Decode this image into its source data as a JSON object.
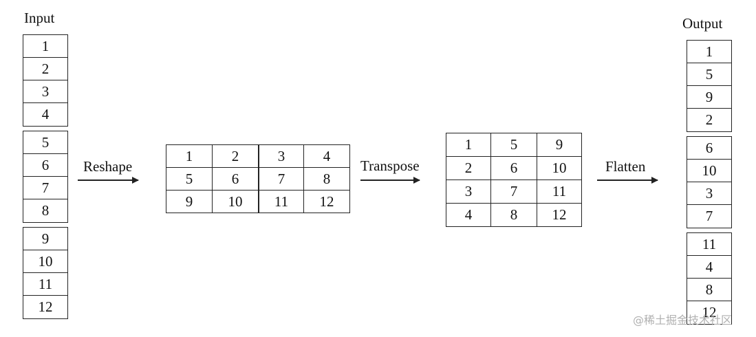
{
  "labels": {
    "input": "Input",
    "output": "Output",
    "reshape": "Reshape",
    "transpose": "Transpose",
    "flatten": "Flatten"
  },
  "input_groups": [
    [
      "1",
      "2",
      "3",
      "4"
    ],
    [
      "5",
      "6",
      "7",
      "8"
    ],
    [
      "9",
      "10",
      "11",
      "12"
    ]
  ],
  "reshape_matrix": [
    [
      "1",
      "2",
      "3",
      "4"
    ],
    [
      "5",
      "6",
      "7",
      "8"
    ],
    [
      "9",
      "10",
      "11",
      "12"
    ]
  ],
  "transpose_matrix": [
    [
      "1",
      "5",
      "9"
    ],
    [
      "2",
      "6",
      "10"
    ],
    [
      "3",
      "7",
      "11"
    ],
    [
      "4",
      "8",
      "12"
    ]
  ],
  "output_groups": [
    [
      "1",
      "5",
      "9",
      "2"
    ],
    [
      "6",
      "10",
      "3",
      "7"
    ],
    [
      "11",
      "4",
      "8",
      "12"
    ]
  ],
  "watermark": "@稀土掘金技术社区"
}
